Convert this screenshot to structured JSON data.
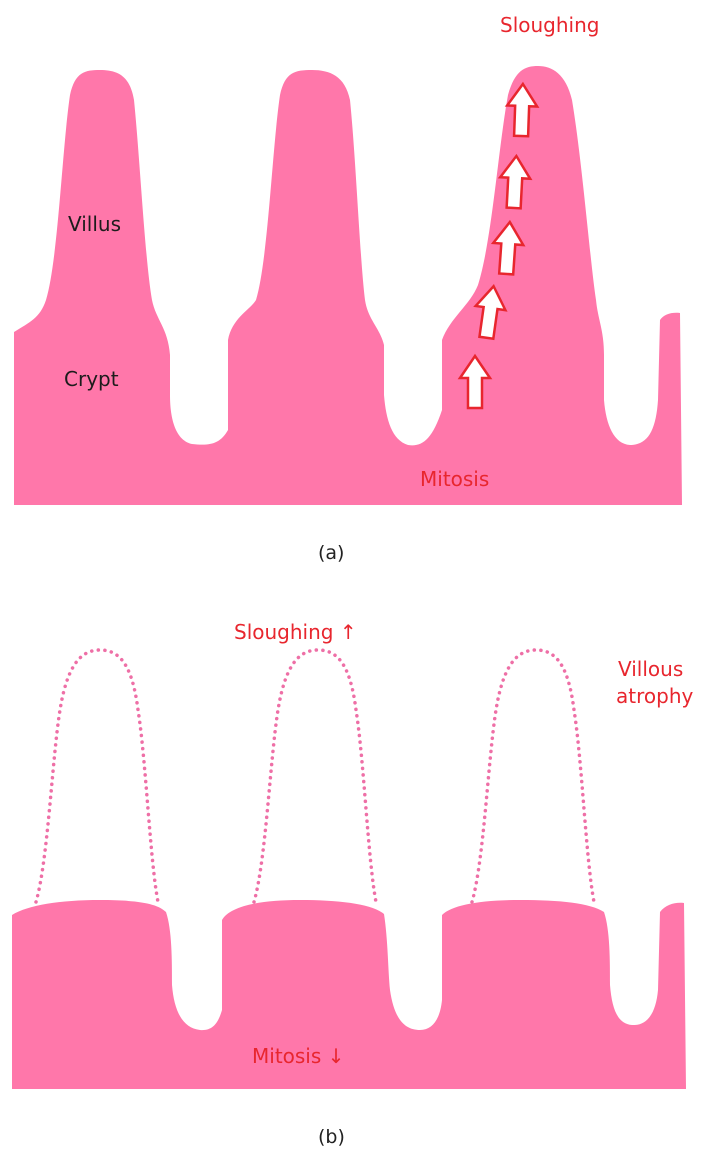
{
  "colors": {
    "tissue": "#ff77aa",
    "red_text": "#e8262e",
    "dark_text": "#1c1c1c",
    "dotted": "#ee6fa6",
    "arrow": "#e8262e",
    "arrow_fill": "#ffffff"
  },
  "panel_a": {
    "label": "(a)",
    "villus_label": "Villus",
    "crypt_label": "Crypt",
    "sloughing_label": "Sloughing",
    "mitosis_label": "Mitosis",
    "arrow_count": 5
  },
  "panel_b": {
    "label": "(b)",
    "sloughing_label": "Sloughing ↑",
    "mitosis_label": "Mitosis ↓",
    "atrophy_line1": "Villous",
    "atrophy_line2": "atrophy"
  }
}
